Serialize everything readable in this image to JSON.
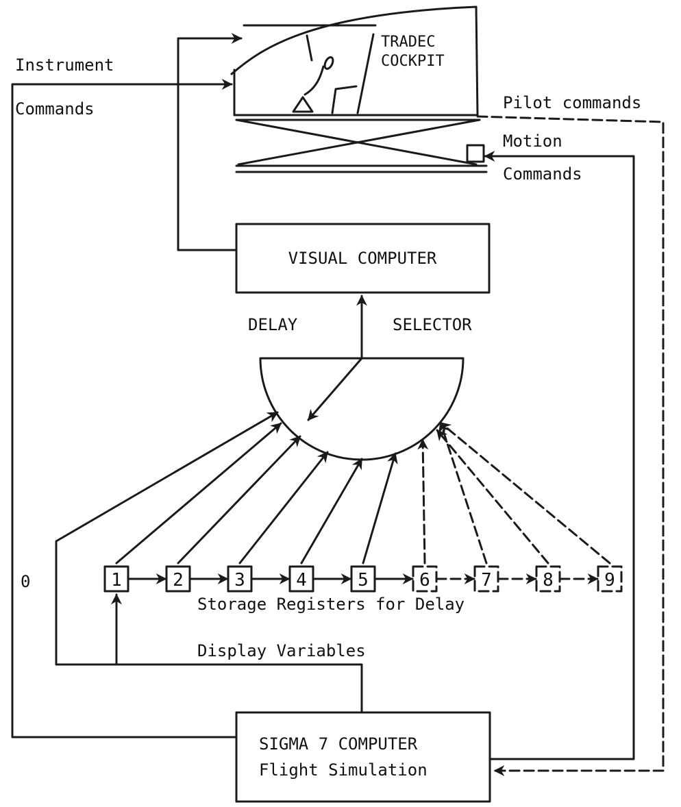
{
  "labels": {
    "cockpit_line1": "TRADEC",
    "cockpit_line2": "COCKPIT",
    "instrument": "Instrument",
    "commands_left": "Commands",
    "pilot_commands": "Pilot commands",
    "motion": "Motion",
    "motion_commands": "Commands",
    "visual_computer": "VISUAL COMPUTER",
    "delay": "DELAY",
    "selector": "SELECTOR",
    "zero": "0",
    "storage_registers": "Storage Registers for Delay",
    "display_variables": "Display Variables",
    "sigma_line1": "SIGMA 7 COMPUTER",
    "sigma_line2": "Flight Simulation"
  },
  "registers": [
    "1",
    "2",
    "3",
    "4",
    "5",
    "6",
    "7",
    "8",
    "9"
  ]
}
